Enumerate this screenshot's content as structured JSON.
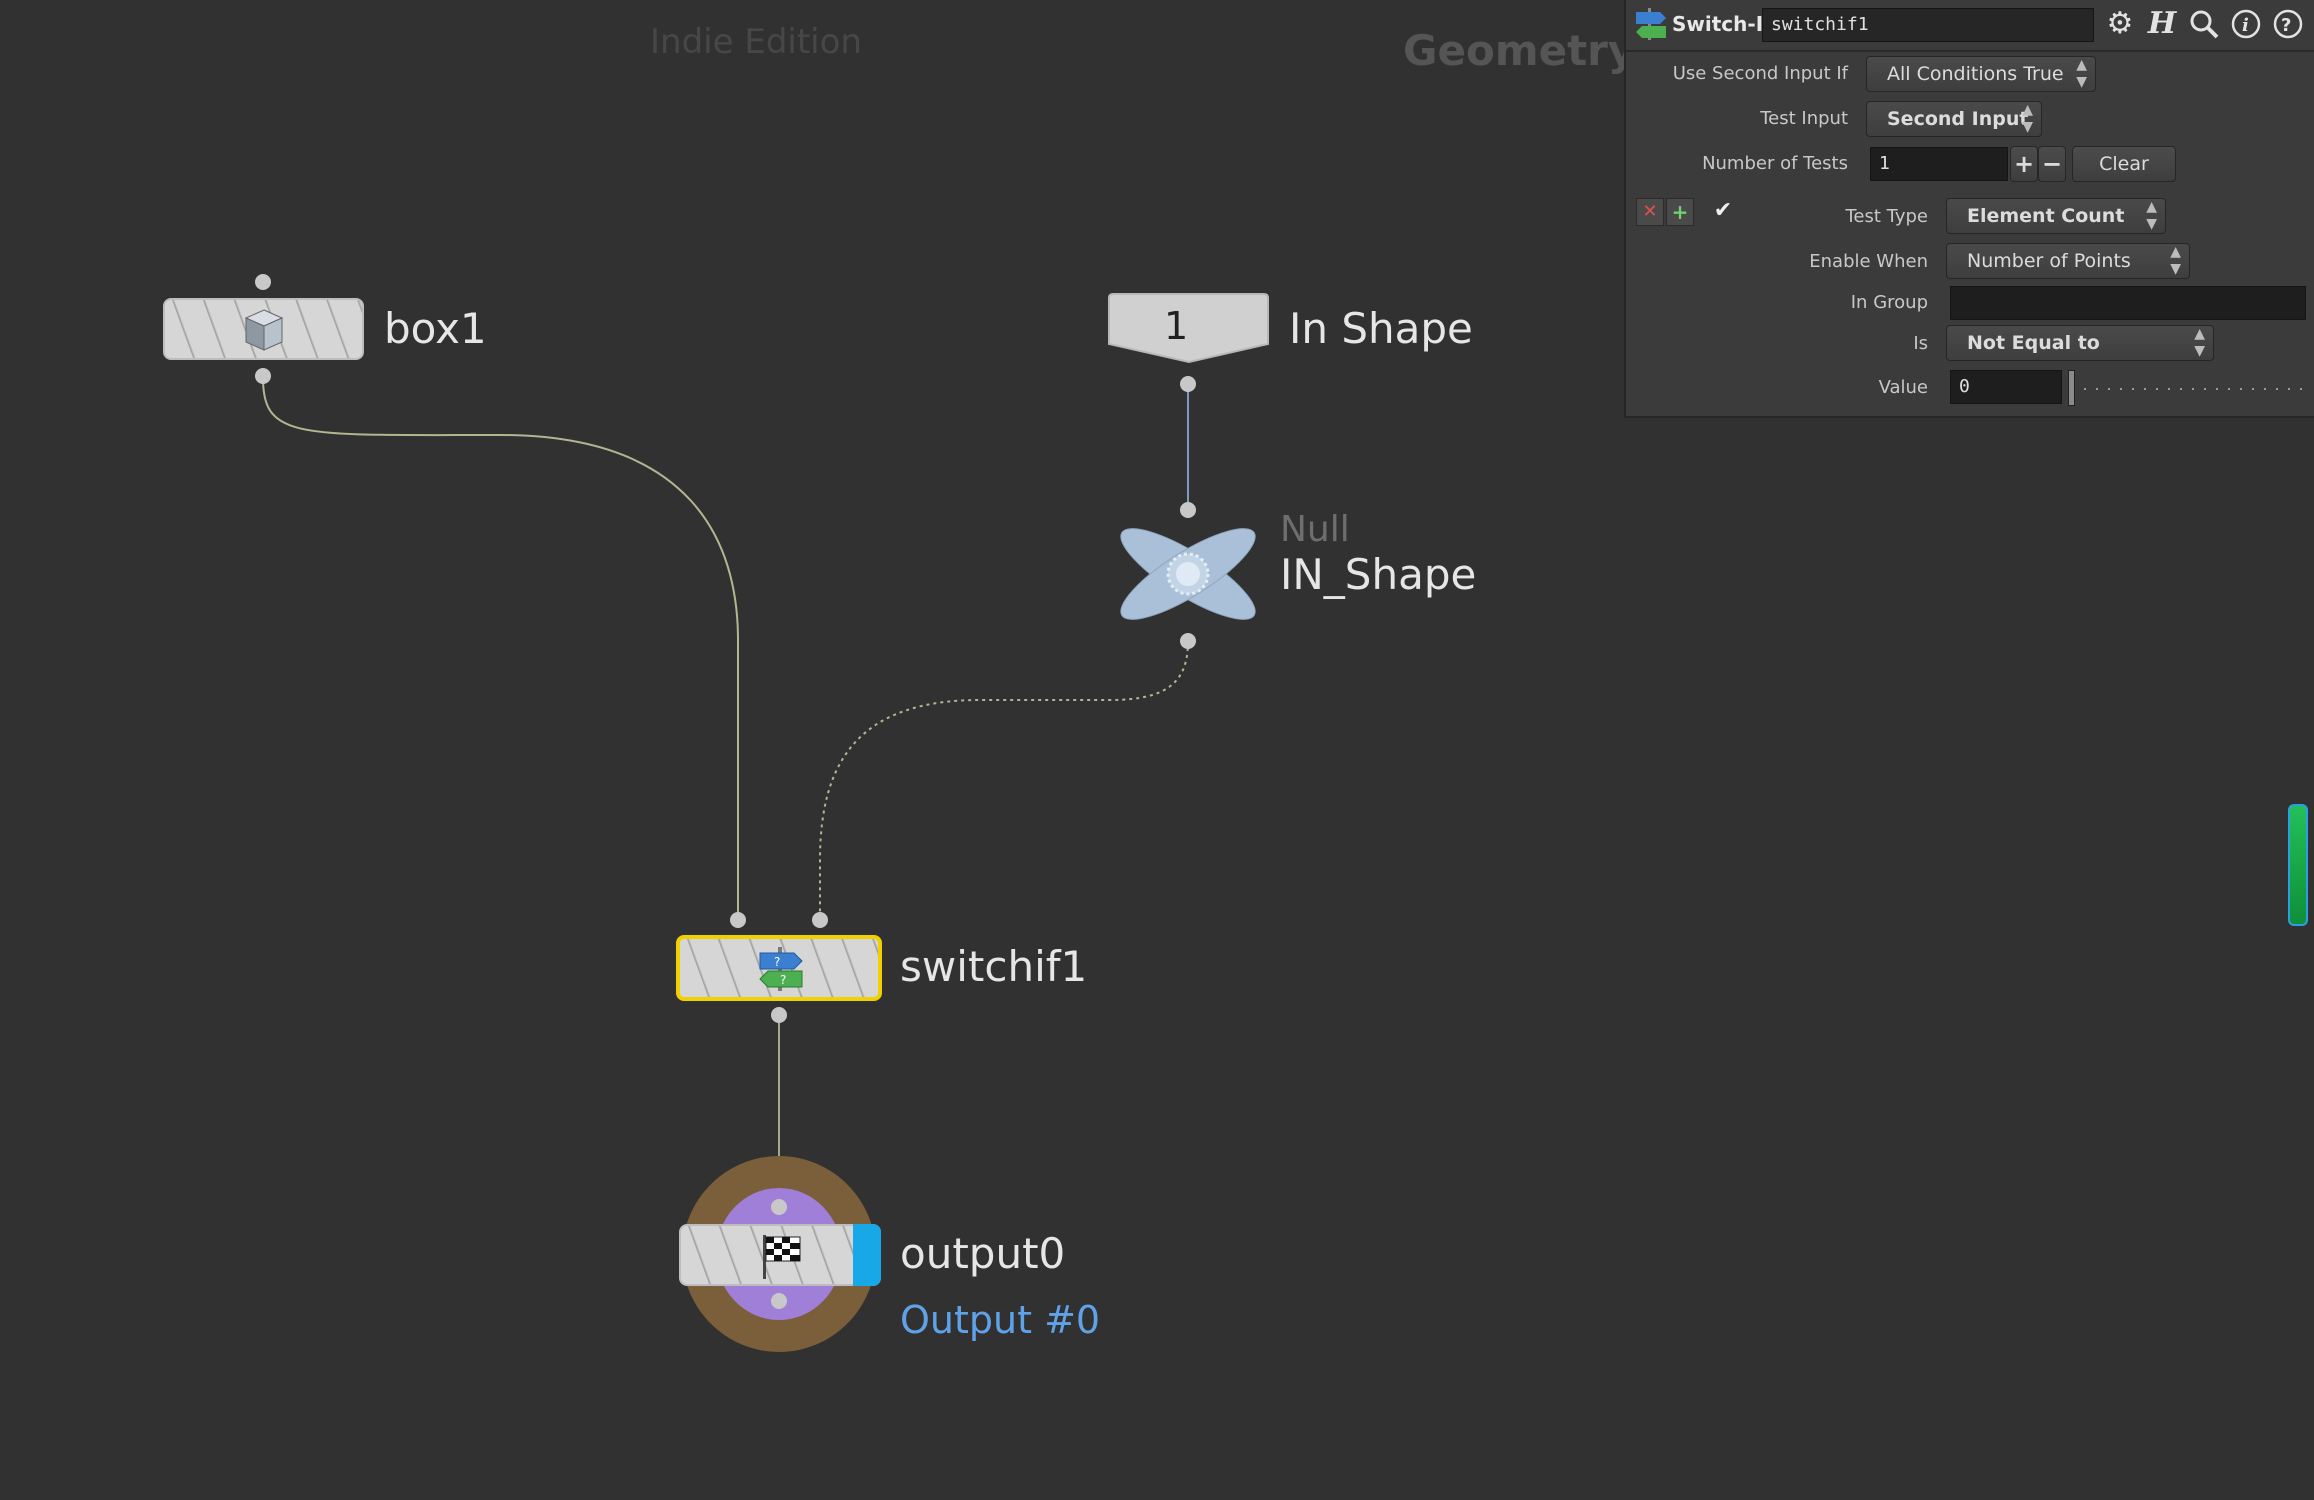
{
  "network": {
    "watermark": "Indie Edition",
    "context_label": "Geometry",
    "nodes": {
      "box1": {
        "label": "box1"
      },
      "in_shape": {
        "index": "1",
        "label": "In Shape"
      },
      "null": {
        "type": "Null",
        "label": "IN_Shape"
      },
      "switchif": {
        "label": "switchif1"
      },
      "output": {
        "label": "output0",
        "sub": "Output #0"
      }
    },
    "colors": {
      "background": "#313131",
      "selected_outline": "#f0d000",
      "output_ring": "#7a5f3a",
      "output_inner": "#9f7fd8",
      "output_flag": "#18a8e8",
      "null_color": "#a9c0d8",
      "wire": "#c8c8a0"
    }
  },
  "params": {
    "header": {
      "type": "Switch-If",
      "name": "switchif1",
      "icons": [
        "gear-icon",
        "houdini-help-icon",
        "search-icon",
        "info-icon",
        "help-icon"
      ]
    },
    "use_second_input_if": {
      "label": "Use Second Input If",
      "value": "All Conditions True"
    },
    "test_input": {
      "label": "Test Input",
      "value": "Second Input"
    },
    "number_of_tests": {
      "label": "Number of Tests",
      "value": "1",
      "plus": "+",
      "minus": "−",
      "clear": "Clear"
    },
    "test_type": {
      "label": "Test Type",
      "value": "Element Count"
    },
    "enable_when": {
      "label": "Enable When",
      "value": "Number of Points"
    },
    "in_group": {
      "label": "In Group",
      "value": ""
    },
    "is": {
      "label": "Is",
      "value": "Not Equal to"
    },
    "value": {
      "label": "Value",
      "value": "0",
      "slider_fraction": 0
    }
  }
}
